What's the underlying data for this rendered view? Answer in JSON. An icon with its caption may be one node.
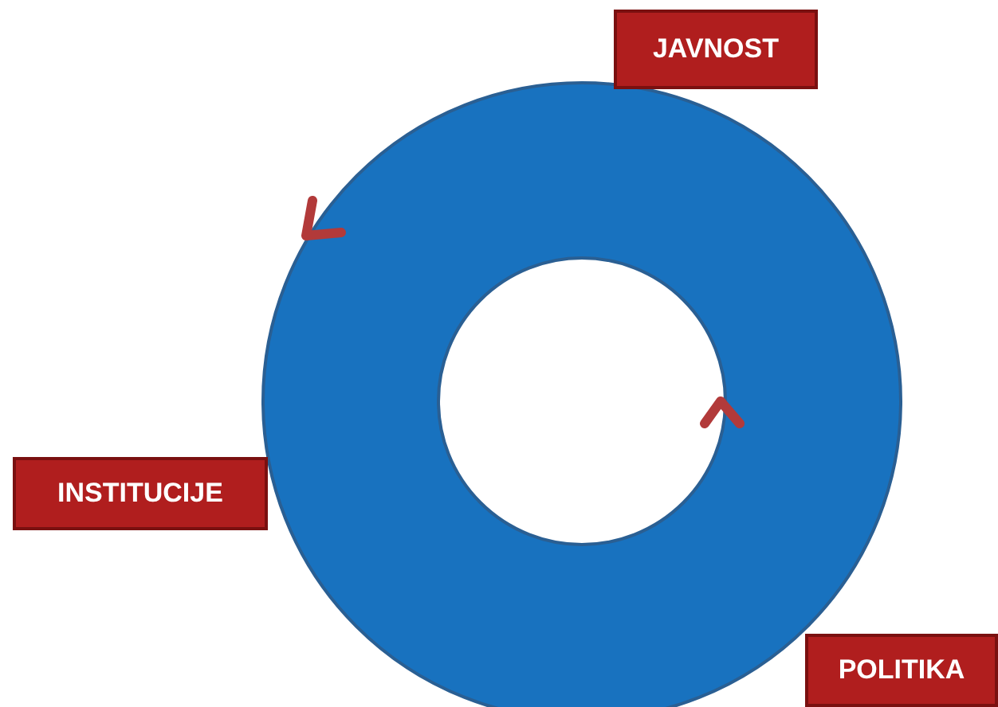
{
  "diagram": {
    "nodes": [
      {
        "text": [
          "JAVNOST"
        ]
      },
      {
        "text": [
          "INSTITUCIJE"
        ]
      },
      {
        "text": [
          "POLITIKA"
        ]
      }
    ]
  }
}
